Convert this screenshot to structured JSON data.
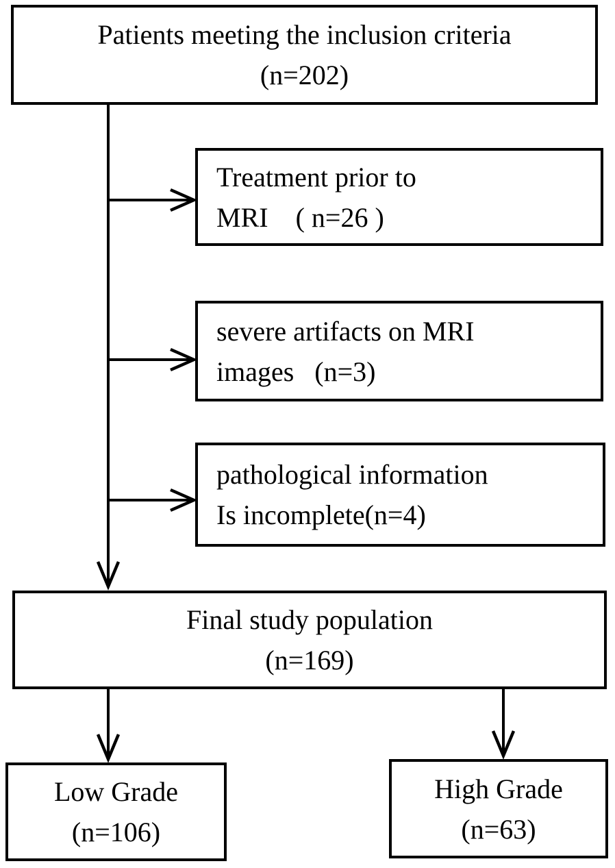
{
  "flowchart": {
    "nodes": {
      "inclusion": {
        "lines": [
          "Patients meeting the inclusion criteria",
          "(n=202)"
        ],
        "count": 202
      },
      "exclusion_treatment": {
        "lines": [
          "Treatment prior to",
          "MRI    ( n=26 )"
        ],
        "count": 26
      },
      "exclusion_artifacts": {
        "lines": [
          "severe artifacts on MRI",
          "images   (n=3)"
        ],
        "count": 3
      },
      "exclusion_pathology": {
        "lines": [
          "pathological information",
          "Is incomplete(n=4)"
        ],
        "count": 4
      },
      "final_population": {
        "lines": [
          "Final study population",
          "(n=169)"
        ],
        "count": 169
      },
      "low_grade": {
        "lines": [
          "Low Grade",
          "(n=106)"
        ],
        "count": 106
      },
      "high_grade": {
        "lines": [
          "High Grade",
          "(n=63)"
        ],
        "count": 63
      }
    },
    "colors": {
      "line": "#000000",
      "text": "#000000",
      "background": "#ffffff"
    }
  }
}
